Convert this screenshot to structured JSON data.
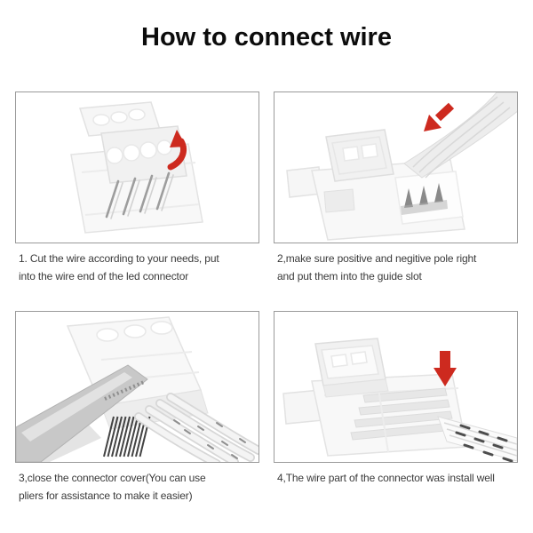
{
  "title": "How to connect wire",
  "colors": {
    "arrow_red": "#cd2a1f",
    "panel_border": "#9a9a9a",
    "caption_text": "#3a3a3a",
    "title_text": "#0c0c0c",
    "background": "#ffffff"
  },
  "panels": [
    {
      "step": "1",
      "illustration": "led-connector-cover-open-rotate-arrow",
      "caption_lines": [
        "1. Cut the wire according to your needs, put",
        "into the wire end of the led connector"
      ]
    },
    {
      "step": "2",
      "illustration": "ribbon-wire-inserted-into-guide-slot",
      "caption_lines": [
        "2,make sure positive and negitive pole right",
        "and put them into the guide slot"
      ]
    },
    {
      "step": "3",
      "illustration": "pliers-closing-connector-cover",
      "caption_lines": [
        "3,close the connector cover(You can use",
        "pliers for assistance to make it easier)"
      ]
    },
    {
      "step": "4",
      "illustration": "connector-installed-press-down-arrow",
      "caption_lines": [
        "4,The wire part of the connector was install well",
        ""
      ]
    }
  ]
}
